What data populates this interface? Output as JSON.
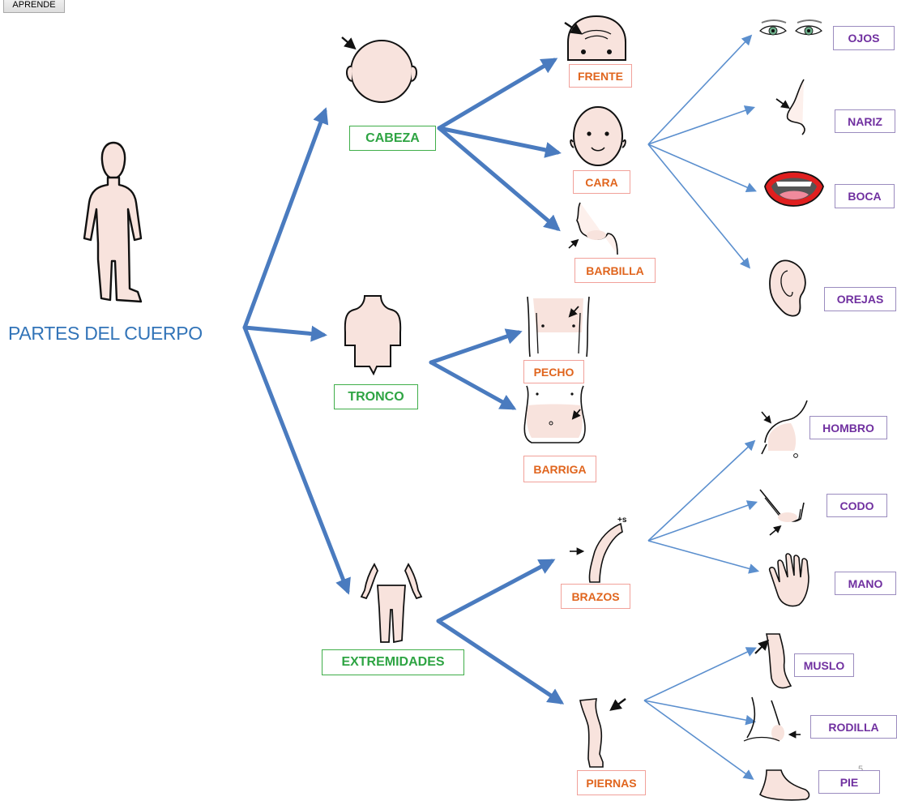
{
  "button": {
    "label": "APRENDE"
  },
  "title": "PARTES DEL CUERPO",
  "page_number": "5",
  "level1": {
    "cabeza": "CABEZA",
    "tronco": "TRONCO",
    "extremidades": "EXTREMIDADES"
  },
  "level2": {
    "frente": "FRENTE",
    "cara": "CARA",
    "barbilla": "BARBILLA",
    "pecho": "PECHO",
    "barriga": "BARRIGA",
    "brazos": "BRAZOS",
    "piernas": "PIERNAS"
  },
  "level3": {
    "ojos": "OJOS",
    "nariz": "NARIZ",
    "boca": "BOCA",
    "orejas": "OREJAS",
    "hombro": "HOMBRO",
    "codo": "CODO",
    "mano": "MANO",
    "muslo": "MUSLO",
    "rodilla": "RODILLA",
    "pie": "PIE"
  },
  "colors": {
    "main_arrow": "#4a7bbf",
    "thin_arrow": "#5b8fce",
    "title": "#3274b8",
    "green": "#2ea443",
    "orange": "#e0651e",
    "purple": "#7030a0",
    "skin": "#f8e3dd"
  }
}
